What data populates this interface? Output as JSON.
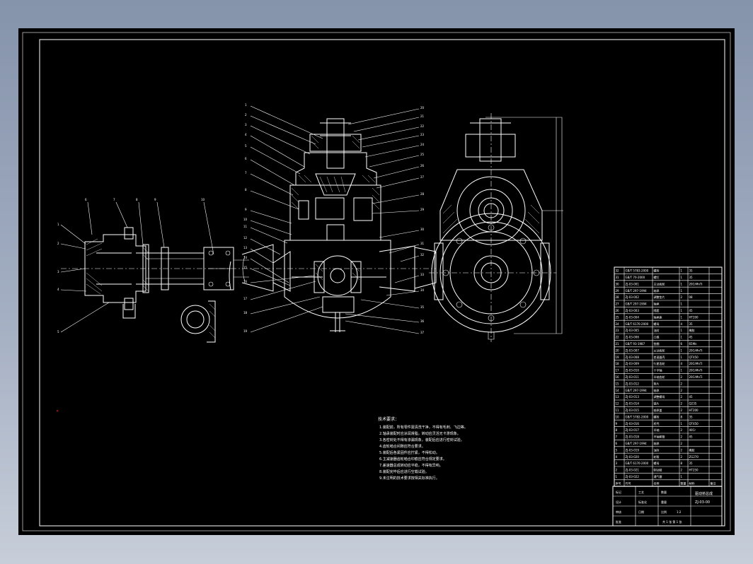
{
  "drawing": {
    "tech_requirements_heading": "技术要求：",
    "tech_requirements": [
      "1.装配前，所有零件需清洗干净，不得有毛刺、飞边等。",
      "2.轴承装配时应涂润滑脂，转动应灵活无卡滞现象。",
      "3.各密封处不得有渗漏现象，装配后应进行密封试验。",
      "4.齿轮啮合间隙应符合要求。",
      "5.装配后各紧固件应拧紧，不得松动。",
      "6.主减速器齿轮啮合印痕应符合规定要求。",
      "7.差速器总成转动应平稳，不得有异响。",
      "8.装配完毕后应进行空载试验。",
      "9.未注明的技术要求按相关标准执行。"
    ],
    "bom_header": [
      "序号",
      "代号",
      "名称",
      "数量",
      "材料",
      "备注"
    ],
    "bom_rows": [
      [
        "32",
        "GB/T 5783-2000",
        "螺栓",
        "1",
        "35",
        ""
      ],
      [
        "31",
        "GB/T 70-2000",
        "螺钉",
        "1",
        "35",
        ""
      ],
      [
        "30",
        "ZJ-03-001",
        "主动齿轮",
        "1",
        "20CrMnTi",
        ""
      ],
      [
        "29",
        "GB/T 297-1994",
        "轴承",
        "1",
        "",
        ""
      ],
      [
        "28",
        "ZJ-03-002",
        "调整垫片",
        "2",
        "08",
        ""
      ],
      [
        "27",
        "GB/T 297-1994",
        "轴承",
        "1",
        "",
        ""
      ],
      [
        "26",
        "ZJ-03-003",
        "隔套",
        "1",
        "45",
        ""
      ],
      [
        "25",
        "ZJ-03-004",
        "轴承座",
        "1",
        "HT200",
        ""
      ],
      [
        "24",
        "GB/T 6170-2000",
        "螺母",
        "4",
        "35",
        ""
      ],
      [
        "23",
        "ZJ-03-005",
        "油封",
        "1",
        "橡胶",
        ""
      ],
      [
        "22",
        "ZJ-03-006",
        "凸缘",
        "1",
        "45",
        ""
      ],
      [
        "21",
        "GB/T 93-1987",
        "垫圈",
        "6",
        "65Mn",
        ""
      ],
      [
        "20",
        "ZJ-03-007",
        "从动齿轮",
        "1",
        "20CrMnTi",
        ""
      ],
      [
        "19",
        "ZJ-03-008",
        "差速器壳",
        "1",
        "QT450",
        ""
      ],
      [
        "18",
        "ZJ-03-009",
        "行星齿轮",
        "4",
        "20CrMnTi",
        ""
      ],
      [
        "17",
        "ZJ-03-010",
        "十字轴",
        "1",
        "20CrMnTi",
        ""
      ],
      [
        "16",
        "ZJ-03-011",
        "半轴齿轮",
        "2",
        "20CrMnTi",
        ""
      ],
      [
        "15",
        "ZJ-03-012",
        "垫片",
        "2",
        "",
        ""
      ],
      [
        "14",
        "GB/T 297-1994",
        "轴承",
        "2",
        "",
        ""
      ],
      [
        "13",
        "ZJ-03-013",
        "调整螺母",
        "2",
        "45",
        ""
      ],
      [
        "12",
        "ZJ-03-014",
        "锁片",
        "2",
        "Q235",
        ""
      ],
      [
        "11",
        "ZJ-03-015",
        "轴承盖",
        "2",
        "HT200",
        ""
      ],
      [
        "10",
        "GB/T 5782-2000",
        "螺栓",
        "8",
        "35",
        ""
      ],
      [
        "9",
        "ZJ-03-016",
        "桥壳",
        "1",
        "QT450",
        ""
      ],
      [
        "8",
        "ZJ-03-017",
        "半轴",
        "2",
        "40Cr",
        ""
      ],
      [
        "7",
        "ZJ-03-018",
        "半轴套管",
        "2",
        "45",
        ""
      ],
      [
        "6",
        "GB/T 297-1994",
        "轴承",
        "2",
        "",
        ""
      ],
      [
        "5",
        "ZJ-03-019",
        "油封",
        "2",
        "橡胶",
        ""
      ],
      [
        "4",
        "ZJ-03-020",
        "轮毂",
        "2",
        "ZG270",
        ""
      ],
      [
        "3",
        "GB/T 6170-2000",
        "螺母",
        "8",
        "35",
        ""
      ],
      [
        "2",
        "ZJ-03-021",
        "制动鼓",
        "2",
        "HT250",
        ""
      ],
      [
        "1",
        "ZJ-03-022",
        "通气塞",
        "1",
        "",
        ""
      ]
    ],
    "title_block": {
      "drawing_name": "驱动桥总成",
      "drawing_no": "ZJ-03-00",
      "scale": "1:2",
      "designer": "设计",
      "checker": "审核",
      "approve": "批准",
      "sheet": "共 1 张 第 1 张",
      "label_count": "数量",
      "label_weight": "重量",
      "label_scale": "比例",
      "label_mark": "标记",
      "label_process": "工艺",
      "label_std": "标准化",
      "label_date": "日期"
    }
  }
}
